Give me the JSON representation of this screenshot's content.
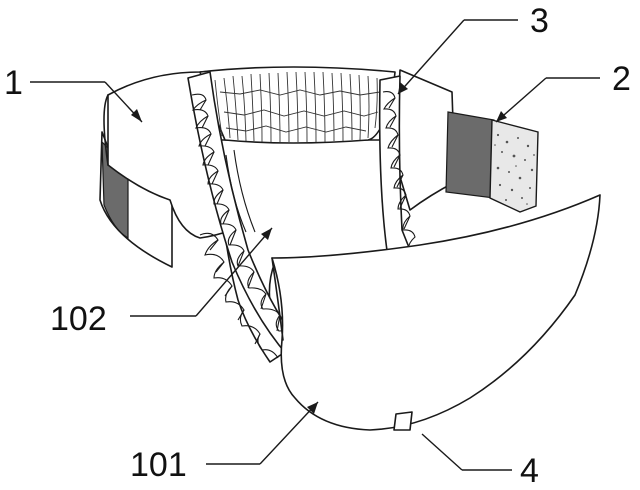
{
  "labels": {
    "l1": "1",
    "l2": "2",
    "l3": "3",
    "l4": "4",
    "l101": "101",
    "l102": "102"
  },
  "colors": {
    "line": "#1a1a1a",
    "tape_dark": "#6b6b6b",
    "hook_speckle": "#e8e8e8"
  }
}
